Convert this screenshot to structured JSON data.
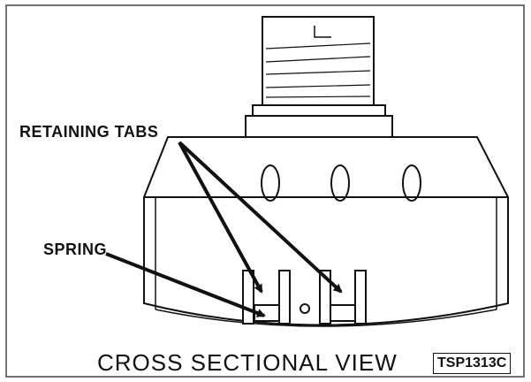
{
  "diagram": {
    "labels": {
      "retaining_tabs": "RETAINING TABS",
      "spring": "SPRING"
    },
    "caption": "CROSS SECTIONAL VIEW",
    "figure_code": "TSP1313C"
  },
  "colors": {
    "line": "#111111",
    "background": "#ffffff"
  }
}
